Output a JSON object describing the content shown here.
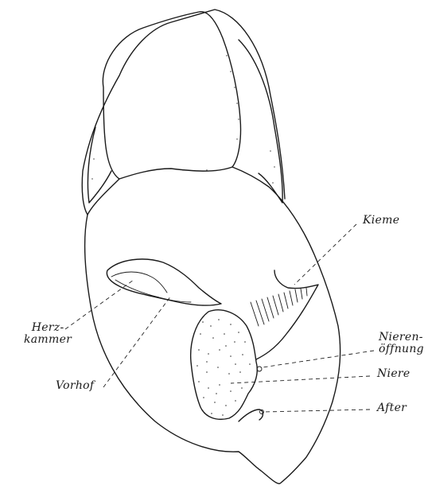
{
  "figure": {
    "labels": {
      "kieme": "Kieme",
      "nieren_oeffnung_line1": "Nieren-",
      "nieren_oeffnung_line2": "öffnung",
      "niere": "Niere",
      "after": "After",
      "herzkammer_line1": "Herz-",
      "herzkammer_line2": "kammer",
      "vorhof": "Vorhof"
    },
    "colors": {
      "ink": "#1a1a1a",
      "paper": "#ffffff"
    }
  }
}
